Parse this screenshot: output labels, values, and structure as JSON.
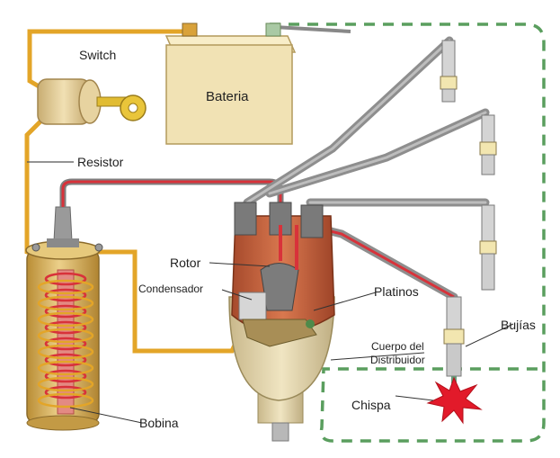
{
  "labels": {
    "switch": "Switch",
    "bateria": "Bateria",
    "resistor": "Resistor",
    "rotor": "Rotor",
    "condensador": "Condensador",
    "platinos": "Platinos",
    "bujias": "Bujías",
    "cuerpo_line1": "Cuerpo del",
    "cuerpo_line2": "Distribuidor",
    "chispa": "Chispa",
    "bobina": "Bobina"
  },
  "colors": {
    "low_voltage_wire": "#e3a528",
    "high_voltage_wire": "#d8323a",
    "plug_lead": "#8e8e8e",
    "distributor_cap": "#c8643e",
    "coil_body": "#d9b35a",
    "battery_body": "#f1e2b4",
    "boundary_dash": "#5a9e5e",
    "spark": "#e21a2a"
  },
  "icons": [
    "key-icon",
    "spark-icon",
    "spark-plug-icon"
  ]
}
